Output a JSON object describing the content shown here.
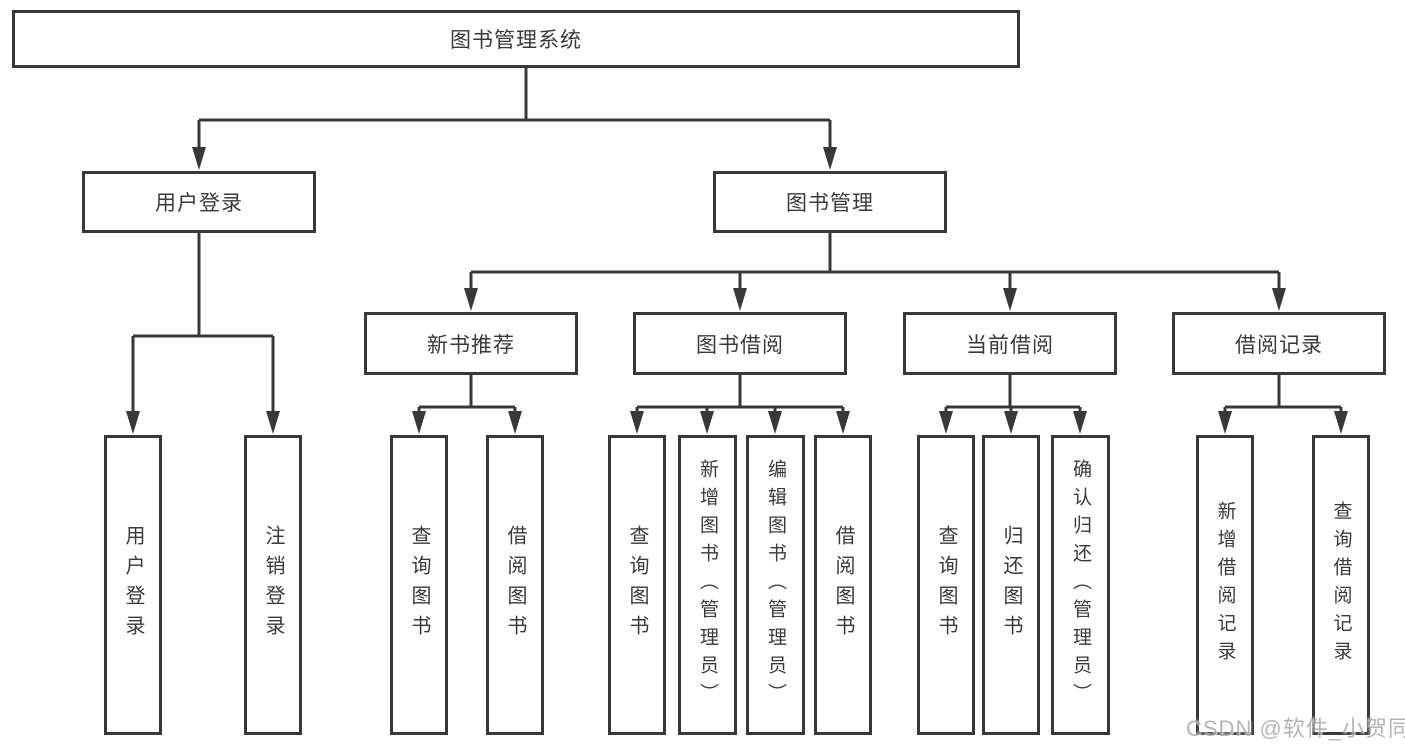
{
  "tree": {
    "root": {
      "label": "图书管理系统"
    },
    "branches": [
      {
        "label": "用户登录",
        "children": [
          {
            "label": "用户登录"
          },
          {
            "label": "注销登录"
          }
        ]
      },
      {
        "label": "图书管理",
        "children": [
          {
            "label": "新书推荐",
            "children": [
              {
                "label": "查询图书"
              },
              {
                "label": "借阅图书"
              }
            ]
          },
          {
            "label": "图书借阅",
            "children": [
              {
                "label": "查询图书"
              },
              {
                "label": "新增图书（管理员）"
              },
              {
                "label": "编辑图书（管理员）"
              },
              {
                "label": "借阅图书"
              }
            ]
          },
          {
            "label": "当前借阅",
            "children": [
              {
                "label": "查询图书"
              },
              {
                "label": "归还图书"
              },
              {
                "label": "确认归还（管理员）"
              }
            ]
          },
          {
            "label": "借阅记录",
            "children": [
              {
                "label": "新增借阅记录"
              },
              {
                "label": "查询借阅记录"
              }
            ]
          }
        ]
      }
    ]
  },
  "watermark": {
    "text": "CSDN @软件_小贺同学"
  },
  "colors": {
    "line": "#383838",
    "box_border": "#383838",
    "text": "#3a3a3a",
    "background": "#ffffff",
    "watermark": "#9b9b9b"
  }
}
